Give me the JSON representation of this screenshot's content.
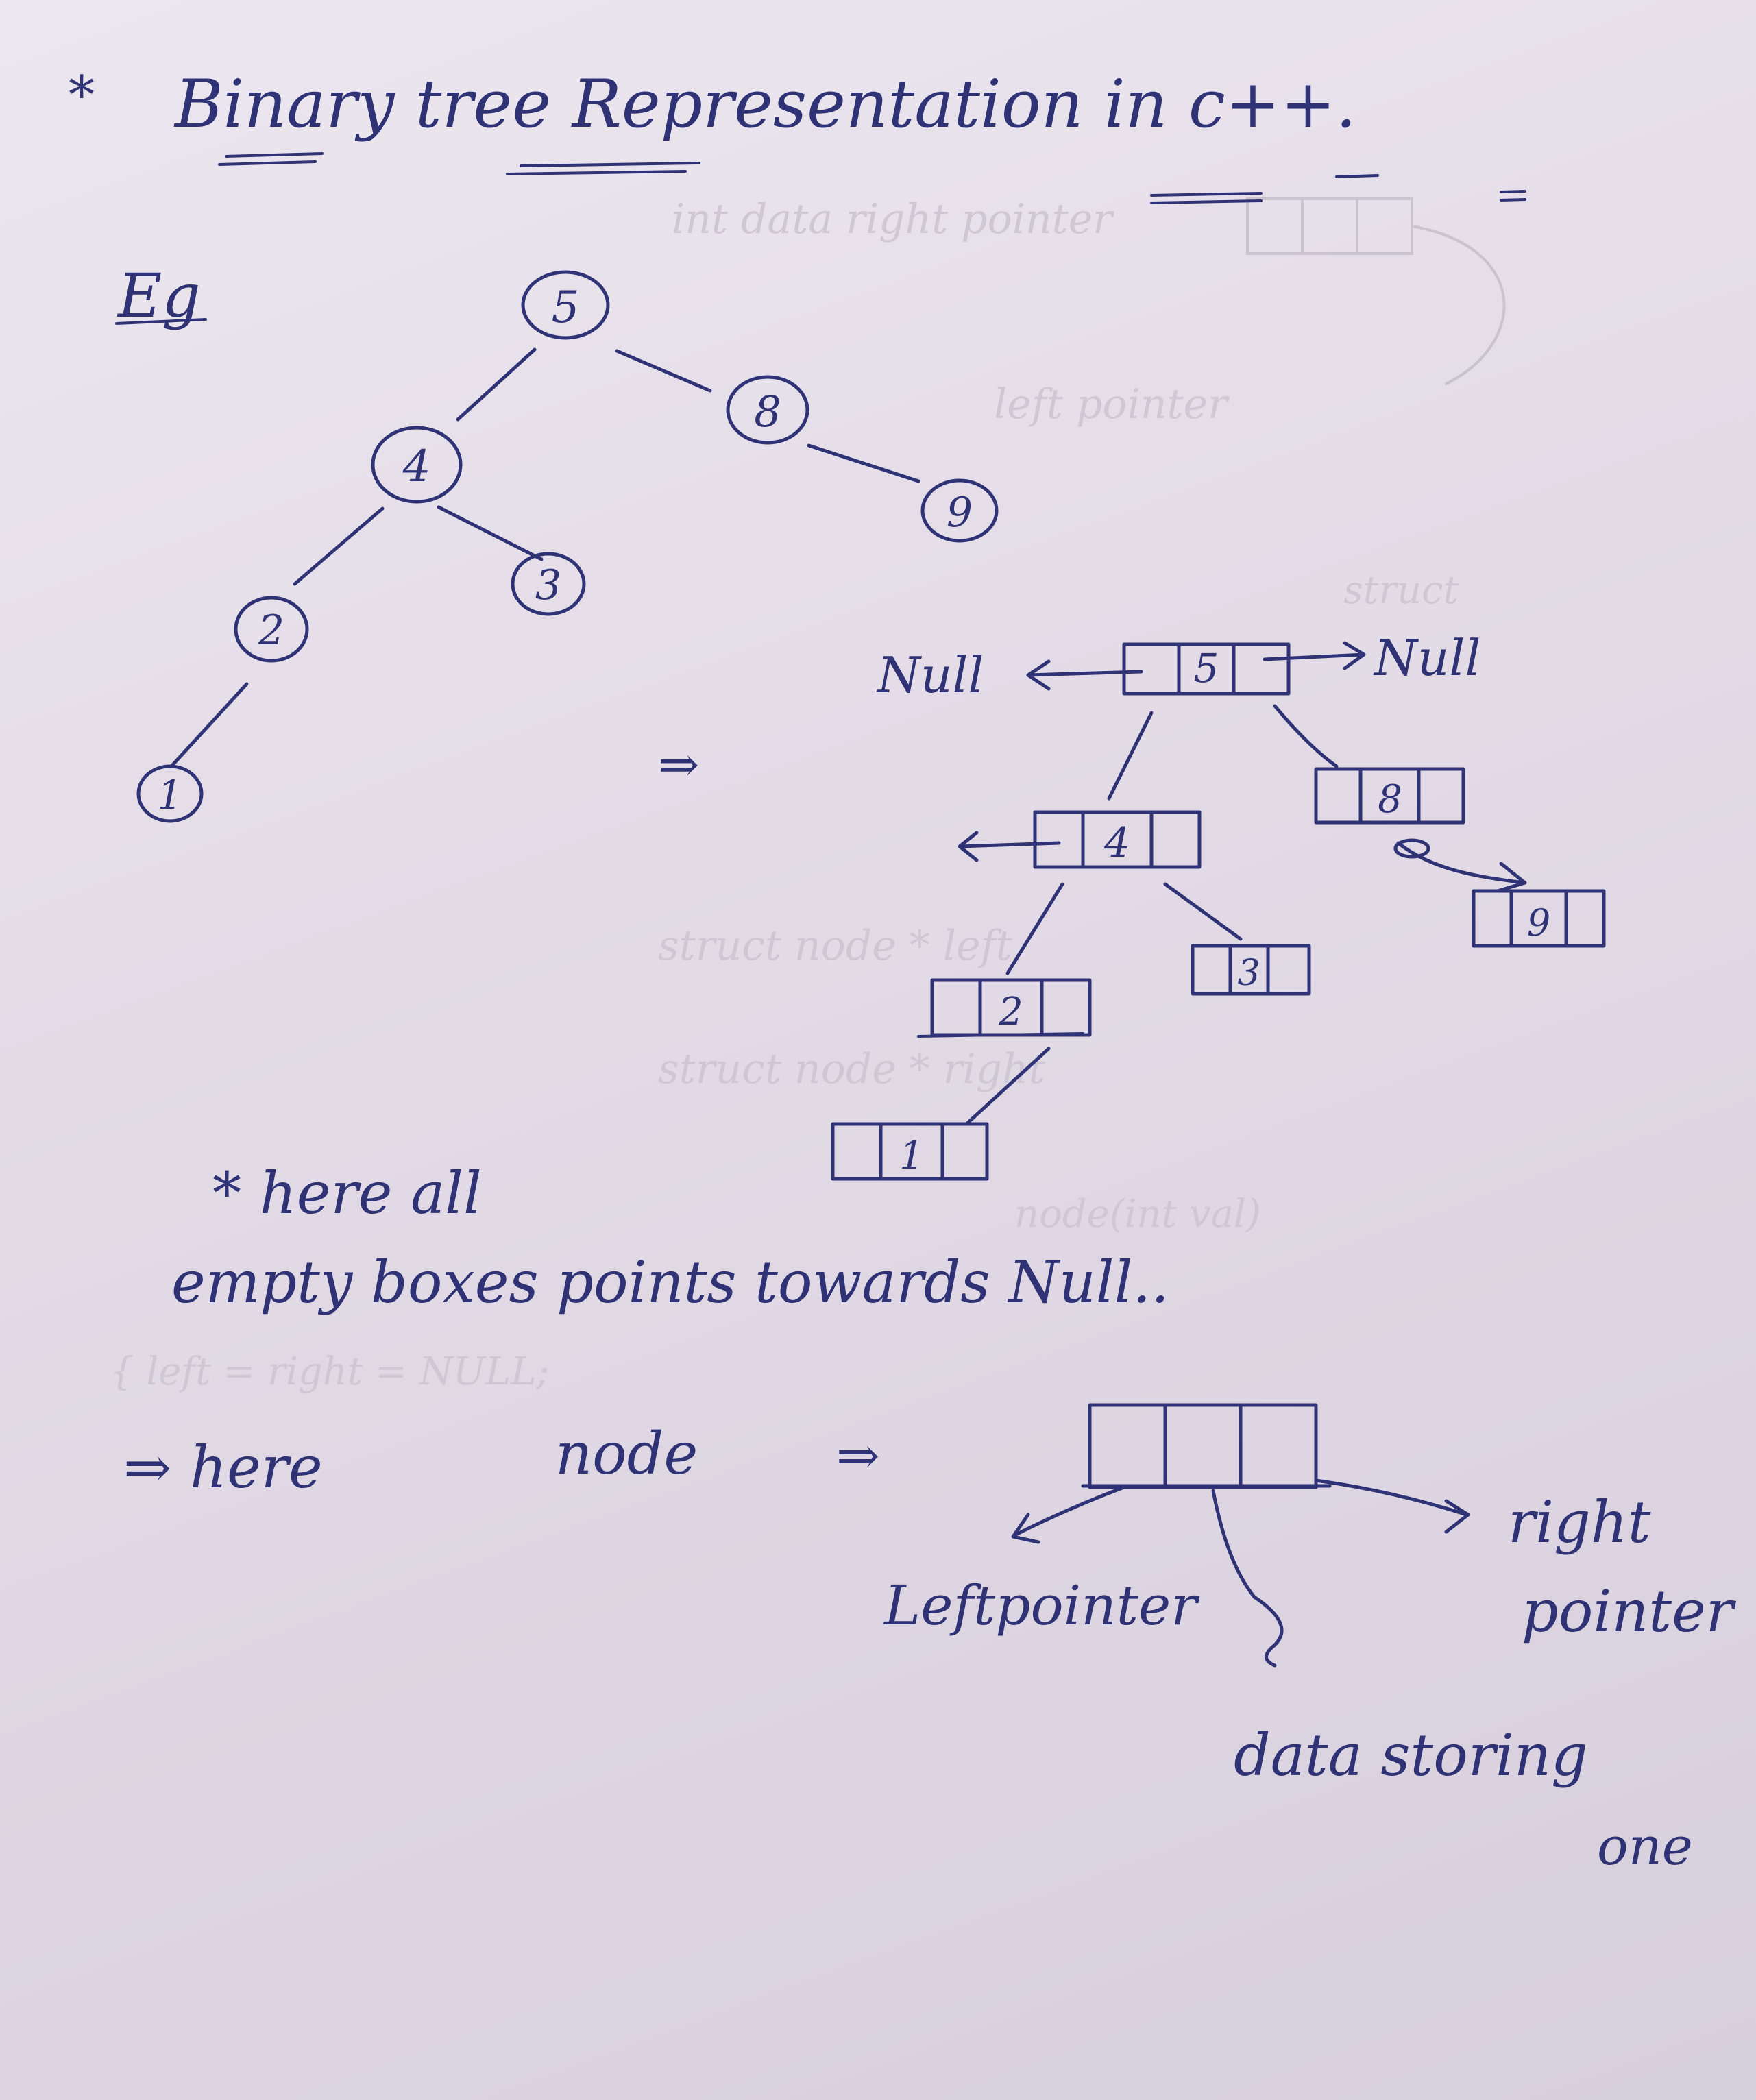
{
  "title": {
    "star": "*",
    "text": "Binary tree Representation in c++."
  },
  "example_label": "Eg",
  "tree": {
    "nodes": [
      "5",
      "4",
      "8",
      "9",
      "3",
      "2",
      "1"
    ]
  },
  "implies_arrow": "⇒",
  "linked_tree": {
    "null_left": "Null",
    "null_right": "Null",
    "values": [
      "5",
      "4",
      "8",
      "9",
      "3",
      "2",
      "1"
    ]
  },
  "note": {
    "line1": "* here all",
    "line2": "empty boxes points towards Null.."
  },
  "node_explanation": {
    "prefix": "⇒ here",
    "word": "node",
    "arrow": "⇒",
    "left_label": "Leftpointer",
    "right_label_1": "right",
    "right_label_2": "pointer",
    "data_label_1": "data storing",
    "data_label_2": "one"
  },
  "colors": {
    "ink": "#2f3375",
    "paper": "#e4dde8"
  }
}
